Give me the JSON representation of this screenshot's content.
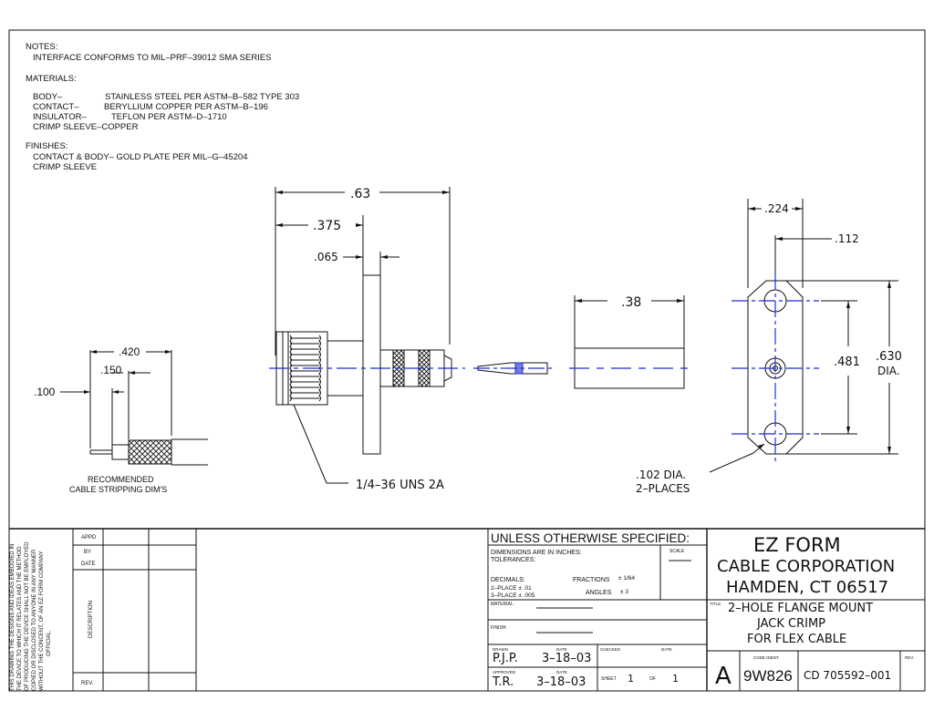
{
  "notes": {
    "heading": "NOTES:",
    "line1": "INTERFACE CONFORMS TO MIL–PRF–39012 SMA SERIES"
  },
  "materials": {
    "heading": "MATERIALS:",
    "rows": [
      {
        "label": "BODY–",
        "value": "STAINLESS STEEL PER ASTM–B–582 TYPE 303"
      },
      {
        "label": "CONTACT–",
        "value": "BERYLLIUM COPPER PER ASTM–B–196"
      },
      {
        "label": "INSULATOR–",
        "value": "TEFLON PER ASTM–D–1710"
      },
      {
        "label": "CRIMP SLEEVE–COPPER",
        "value": ""
      }
    ]
  },
  "finishes": {
    "heading": "FINISHES:",
    "line1": "CONTACT & BODY– GOLD PLATE PER MIL–G–45204",
    "line2": "CRIMP SLEEVE"
  },
  "dims": {
    "d_063": ".63",
    "d_0375": ".375",
    "d_0065": ".065",
    "d_038": ".38",
    "d_0224": ".224",
    "d_0112": ".112",
    "d_0481": ".481",
    "d_0630": ".630",
    "d_dia": "DIA.",
    "d_0420": ".420",
    "d_0150": ".150",
    "d_0100": ".100",
    "thread": "1/4–36 UNS 2A",
    "hole_dia": ".102 DIA.",
    "hole_places": "2–PLACES",
    "strip_1": "RECOMMENDED",
    "strip_2": "CABLE STRIPPING DIM'S"
  },
  "title_block": {
    "side_note": [
      "THIS DRAWING THE DESIGNS AND IDEAS EMBODIED IN",
      "THE DEVICE TO WHICH IT RELATES AND THE METHOD",
      "OF PRODUCING THE DEVICE SHALL NOT BE EMPLOYED",
      "COPIED OR DISCLOSED TO ANYONE IN ANY MANNER",
      "WITHOUT THE CONCENT, OF AN EZ FORM COMPANY",
      "OFFICIAL."
    ],
    "appd": "APPD",
    "by": "BY",
    "date": "DATE",
    "description": "DESCRIPTION",
    "rev": "REV.",
    "unless": "UNLESS OTHERWISE SPECIFIED:",
    "dims_in": "DIMENSIONS ARE IN INCHES:",
    "tolerances": "TOLERANCES:",
    "scale": "SCALE",
    "decimals": "DECIMALS:",
    "two_place": "2–PLACE ± .01",
    "three_place": "3–PLACE ± .005",
    "fractions": "FRACTIONS",
    "fractions_val": "± 1/64",
    "angles": "ANGLES",
    "angles_val": "± 3",
    "material": "MATERIAL:",
    "finish": "FINISH:",
    "drawn": "DRAWN",
    "drawn_date_label": "DATE",
    "drawn_by": "P.J.P.",
    "drawn_date": "3–18–03",
    "checked": "CHECKED",
    "checked_date_label": "DATE",
    "approved": "APPROVED",
    "approved_date_label": "DATE",
    "approved_by": "T.R.",
    "approved_date": "3–18–03",
    "sheet": "SHEET",
    "sheet_num": "1",
    "of": "OF",
    "sheet_total": "1",
    "company_1": "EZ FORM",
    "company_2": "CABLE CORPORATION",
    "company_3": "HAMDEN, CT 06517",
    "title_label": "TITLE",
    "title_1": "2–HOLE FLANGE MOUNT",
    "title_2": "JACK CRIMP",
    "title_3": "FOR FLEX CABLE",
    "size": "A",
    "code_ident_label": "CODE IDENT.",
    "code_ident": "9W826",
    "dwg_no": "CD 705592–001",
    "rev_label": "REV."
  }
}
